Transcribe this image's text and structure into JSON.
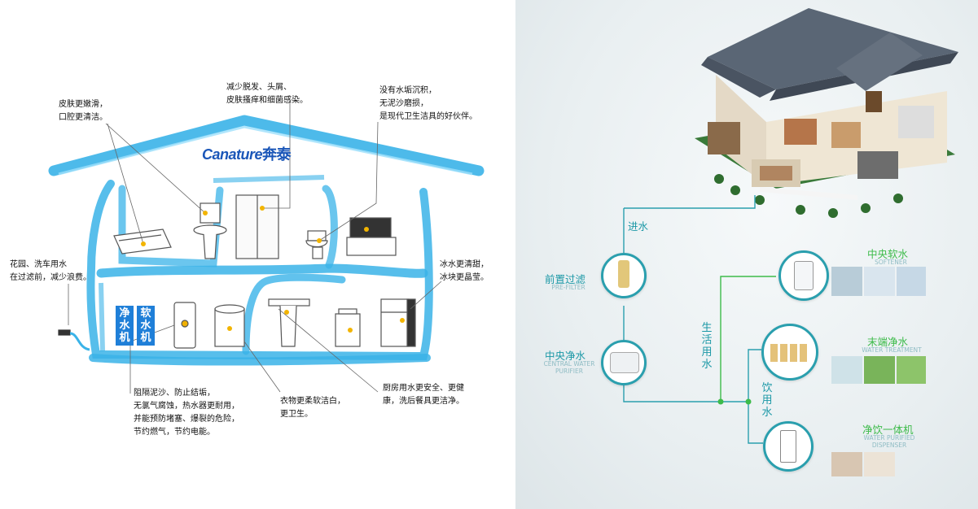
{
  "left": {
    "brand": {
      "latin": "Canature",
      "chinese": "奔泰"
    },
    "tags": {
      "purifier": "净水机",
      "softener": "软水机"
    },
    "notes": {
      "skin": [
        "皮肤更嫩滑，",
        "口腔更清洁。"
      ],
      "hair": [
        "减少脱发、头屑、",
        "皮肤搔痒和细菌感染。"
      ],
      "scale": [
        "没有水垢沉积，",
        "无泥沙磨损，",
        "是现代卫生洁具的好伙伴。"
      ],
      "garden": [
        "花园、洗车用水",
        "在过滤前，减少浪费。"
      ],
      "ice": [
        "冰水更清甜，",
        "冰块更晶莹。"
      ],
      "heater": [
        "阻隔泥沙、防止结垢，",
        "无氯气腐蚀，热水器更耐用，",
        "并能预防堵塞、爆裂的危险，",
        "节约燃气，节约电能。"
      ],
      "laundry": [
        "衣物更柔软洁白，",
        "更卫生。"
      ],
      "kitchen": [
        "厨房用水更安全、更健",
        "康，洗后餐具更洁净。"
      ]
    }
  },
  "right": {
    "inlet_label": "进水",
    "life_water_label": "生活用水",
    "drink_water_label": "饮用水",
    "nodes": [
      {
        "cn": "前置过滤",
        "en": "PRE-FILTER"
      },
      {
        "cn": "中央净水",
        "en": "CENTRAL WATER PURIFIER"
      },
      {
        "cn": "中央软水",
        "en": "SOFTENER"
      },
      {
        "cn": "末端净水",
        "en": "WATER TREATMENT"
      },
      {
        "cn": "净饮一体机",
        "en": "WATER PURIFIED DISPENSER"
      }
    ],
    "colors": {
      "line": "#2a9fae",
      "green": "#3dbb4a",
      "label": "#1b98a6",
      "brand": "#1a56b8",
      "tag": "#1f7fd8",
      "house_stroke": "#3ab3e8"
    }
  }
}
